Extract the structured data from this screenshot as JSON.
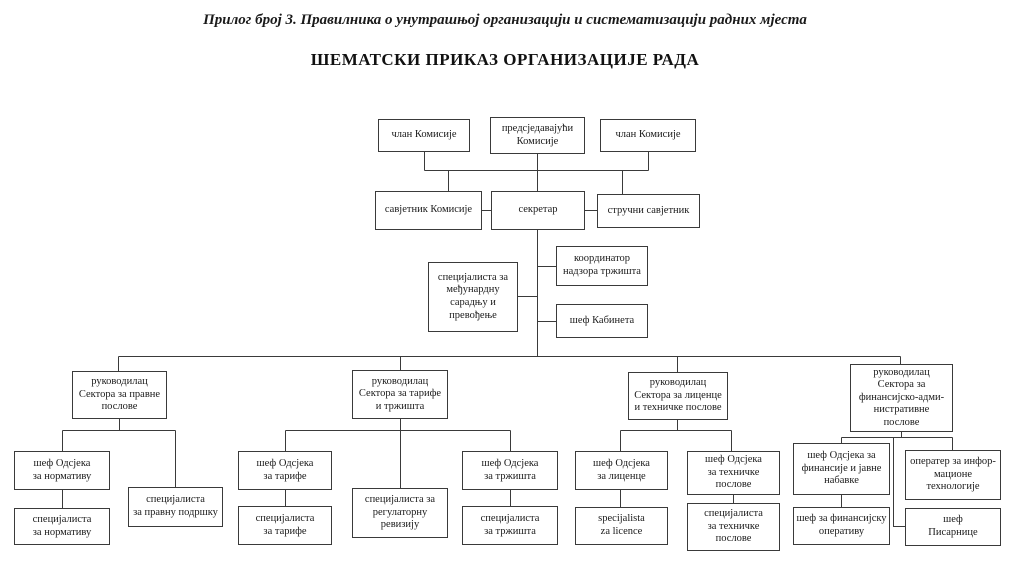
{
  "document": {
    "subtitle": "Прилог број 3. Правилника о унутрашњој организацији и систематизацији радних мјеста",
    "heading": "ШЕМАТСКИ ПРИКАЗ ОРГАНИЗАЦИЈЕ РАДА"
  },
  "org_chart": {
    "nodes": {
      "member_left": {
        "label": "члан Комисије"
      },
      "chairman": {
        "label": "предсједавајући\nКомисије"
      },
      "member_right": {
        "label": "члан Комисије"
      },
      "commission_advisor": {
        "label": "савјетник Комисије"
      },
      "secretary": {
        "label": "секретар"
      },
      "expert_advisor": {
        "label": "стручни савјетник"
      },
      "market_coordinator": {
        "label": "координатор\nнадзора тржишта"
      },
      "intl_specialist": {
        "label": "специјалиста за\nмеђунардну\nсарадњу и\nпревођење"
      },
      "cabinet_chief": {
        "label": "шеф Кабинета"
      },
      "sector_legal": {
        "label": "руководилац\nСектора за правне\nпослове"
      },
      "sector_tariffs": {
        "label": "руководилац\nСектора за тарифе\nи тржишта"
      },
      "sector_licenses": {
        "label": "руководилац\nСектора за лиценце\nи техничке послове"
      },
      "sector_finance": {
        "label": "руководилац\nСектора за\nфинансијско-адми-\nнистративне\nпослове"
      },
      "norms_chief": {
        "label": "шеф Одсјека\nза нормативу"
      },
      "norms_specialist": {
        "label": "специјалиста\nза нормативу"
      },
      "legal_support": {
        "label": "специјалиста\nза правну подршку"
      },
      "tariff_chief": {
        "label": "шеф Одсјека\nза тарифе"
      },
      "tariff_specialist": {
        "label": "специјалиста\nза тарифе"
      },
      "regulatory_audit": {
        "label": "специјалиста за\nрегулаторну\nревизију"
      },
      "market_chief": {
        "label": "шеф Одсјека\nза тржишта"
      },
      "market_specialist": {
        "label": "специјалиста\nза тржишта"
      },
      "license_chief": {
        "label": "шеф Одсјека\nза лиценце"
      },
      "license_specialist": {
        "label": "specijalista\nza licence"
      },
      "technical_chief": {
        "label": "шеф Одсјека\nза техничке\nпослове"
      },
      "technical_specialist": {
        "label": "специјалиста\nза техничке\nпослове"
      },
      "finance_chief": {
        "label": "шеф Одсјека за\nфинансије и јавне\nнабавке"
      },
      "finance_ops_chief": {
        "label": "шеф за финансијску\nоперативу"
      },
      "it_operator": {
        "label": "оператер за инфор-\nмационе\nтехнологије"
      },
      "registry_chief": {
        "label": "шеф\nПисарнице"
      }
    }
  }
}
